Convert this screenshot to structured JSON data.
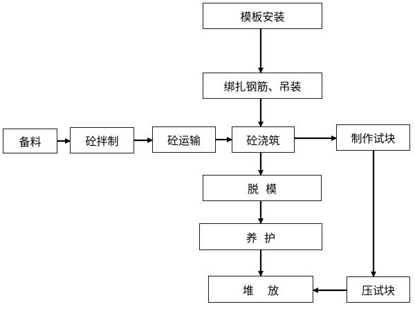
{
  "diagram": {
    "type": "flowchart",
    "nodes": {
      "formwork": "模板安装",
      "rebar": "绑扎钢筋、吊装",
      "prep": "备料",
      "mixing": "砼拌制",
      "transport": "砼运输",
      "pouring": "砼浇筑",
      "specimen": "制作试块",
      "demold": "脱  模",
      "curing": "养  护",
      "stacking": "堆    放",
      "testing": "压试块"
    },
    "edges": [
      [
        "formwork",
        "rebar"
      ],
      [
        "rebar",
        "pouring"
      ],
      [
        "prep",
        "mixing"
      ],
      [
        "mixing",
        "transport"
      ],
      [
        "transport",
        "pouring"
      ],
      [
        "pouring",
        "specimen"
      ],
      [
        "pouring",
        "demold"
      ],
      [
        "demold",
        "curing"
      ],
      [
        "curing",
        "stacking"
      ],
      [
        "specimen",
        "testing"
      ],
      [
        "testing",
        "stacking"
      ]
    ],
    "colors": {
      "line": "#000000",
      "border": "#1a1a1a"
    }
  }
}
